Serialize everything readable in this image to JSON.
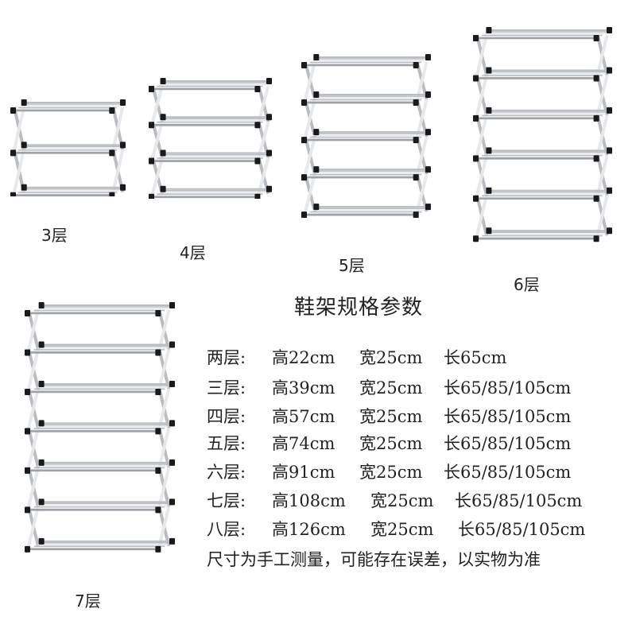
{
  "racks": [
    {
      "label": "3层",
      "tiers": 3
    },
    {
      "label": "4层",
      "tiers": 4
    },
    {
      "label": "5层",
      "tiers": 5
    },
    {
      "label": "6层",
      "tiers": 6
    },
    {
      "label": "7层",
      "tiers": 7
    }
  ],
  "spec_title": "鞋架规格参数",
  "specs": [
    {
      "tier": "两层:",
      "height": "高22cm",
      "width": "宽25cm",
      "length": "长65cm"
    },
    {
      "tier": "三层:",
      "height": "高39cm",
      "width": "宽25cm",
      "length": "长65/85/105cm"
    },
    {
      "tier": "四层:",
      "height": "高57cm",
      "width": "宽25cm",
      "length": "长65/85/105cm"
    },
    {
      "tier": "五层:",
      "height": "高74cm",
      "width": "宽25cm",
      "length": "长65/85/105cm"
    },
    {
      "tier": "六层:",
      "height": "高91cm",
      "width": "宽25cm",
      "length": "长65/85/105cm"
    },
    {
      "tier": "七层:",
      "height": "高108cm",
      "width": "宽25cm",
      "length": "长65/85/105cm"
    },
    {
      "tier": "八层:",
      "height": "高126cm",
      "width": "宽25cm",
      "length": "长65/85/105cm"
    }
  ],
  "note": "尺寸为手工测量，可能存在误差，以实物为准",
  "colors": {
    "metal": "#b9bcc0",
    "metal_light": "#e6e8ea",
    "joint": "#1a1a1a"
  }
}
